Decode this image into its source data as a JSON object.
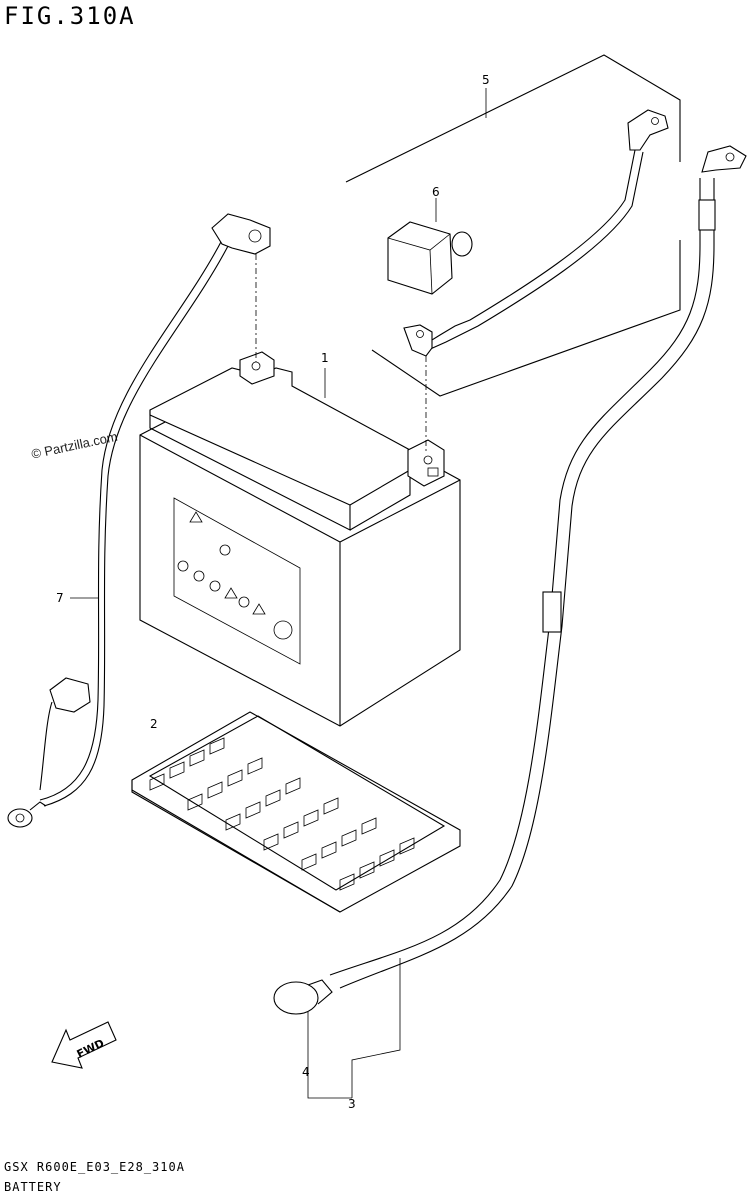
{
  "figure": {
    "title": "FIG.310A"
  },
  "watermark": "© Partzilla.com",
  "footer": {
    "code": "GSX R600E_E03_E28_310A",
    "name": "BATTERY"
  },
  "fwd_label": "FWD",
  "callouts": [
    "1",
    "2",
    "3",
    "4",
    "5",
    "6",
    "7"
  ]
}
